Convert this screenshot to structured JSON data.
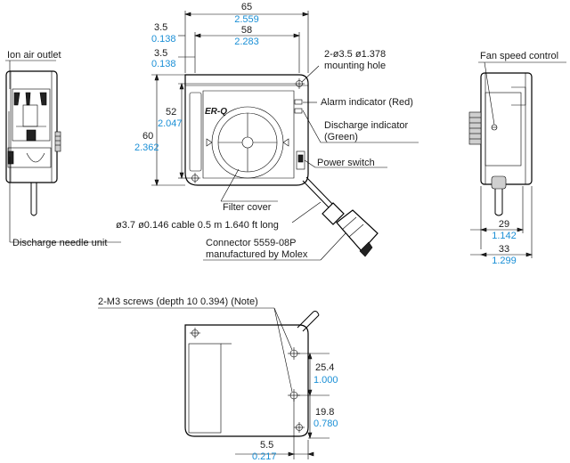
{
  "colors": {
    "line": "#000000",
    "text": "#1a1a1a",
    "inch": "#1a8fd6"
  },
  "labels": {
    "ion_air_outlet": "Ion air outlet",
    "discharge_needle_unit": "Discharge needle unit",
    "mounting_hole_1": "2-ø3.5 ",
    "mounting_hole_1_in": "ø1.378",
    "mounting_hole_2": "mounting hole",
    "alarm_indicator": "Alarm indicator (Red)",
    "discharge_indicator_1": "Discharge indicator",
    "discharge_indicator_2": "(Green)",
    "power_switch": "Power switch",
    "filter_cover": "Filter cover",
    "cable_a": "ø3.7 ",
    "cable_a_in": "ø0.146",
    "cable_b": " cable 0.5 m ",
    "cable_b_in": "1.640 ft",
    "cable_c": " long",
    "connector_1": "Connector 5559-08P",
    "connector_2": "manufactured by Molex",
    "fan_speed_control": "Fan speed control",
    "screws_a": "2-M3 screws (depth 10 ",
    "screws_a_in": "0.394",
    "screws_b": ") (Note)",
    "brand": "ER-Q"
  },
  "dimensions": {
    "width_65": {
      "mm": "65",
      "in": "2.559"
    },
    "width_58": {
      "mm": "58",
      "in": "2.283"
    },
    "offset_35a": {
      "mm": "3.5",
      "in": "0.138"
    },
    "offset_35b": {
      "mm": "3.5",
      "in": "0.138"
    },
    "height_52": {
      "mm": "52",
      "in": "2.047"
    },
    "height_60": {
      "mm": "60",
      "in": "2.362"
    },
    "depth_29": {
      "mm": "29",
      "in": "1.142"
    },
    "depth_33": {
      "mm": "33",
      "in": "1.299"
    },
    "pitch_254": {
      "mm": "25.4",
      "in": "1.000"
    },
    "pitch_198": {
      "mm": "19.8",
      "in": "0.780"
    },
    "offset_55": {
      "mm": "5.5",
      "in": "0.217"
    }
  }
}
